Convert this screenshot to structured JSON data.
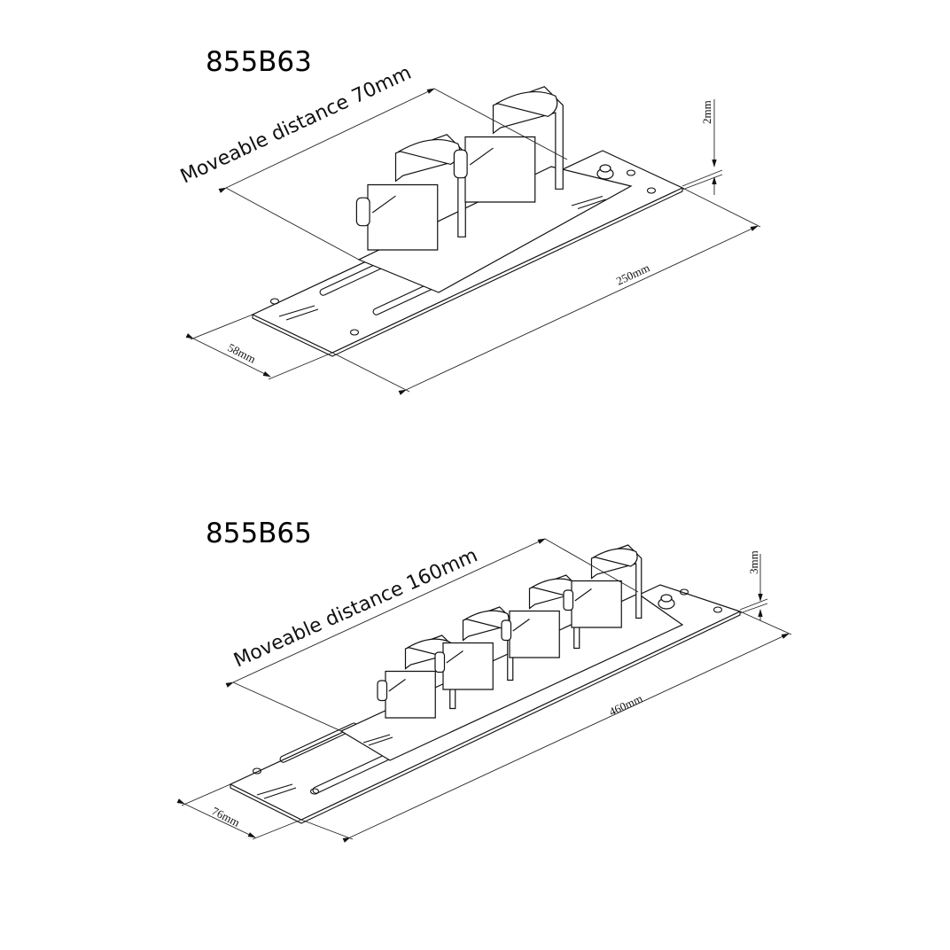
{
  "products": [
    {
      "model": "855B63",
      "moveable_distance": "Moveable distance 70mm",
      "length": "250mm",
      "width": "58mm",
      "thickness": "2mm",
      "clamp_count": 2
    },
    {
      "model": "855B65",
      "moveable_distance": "Moveable distance 160mm",
      "length": "460mm",
      "width": "76mm",
      "thickness": "3mm",
      "clamp_count": 4
    }
  ]
}
